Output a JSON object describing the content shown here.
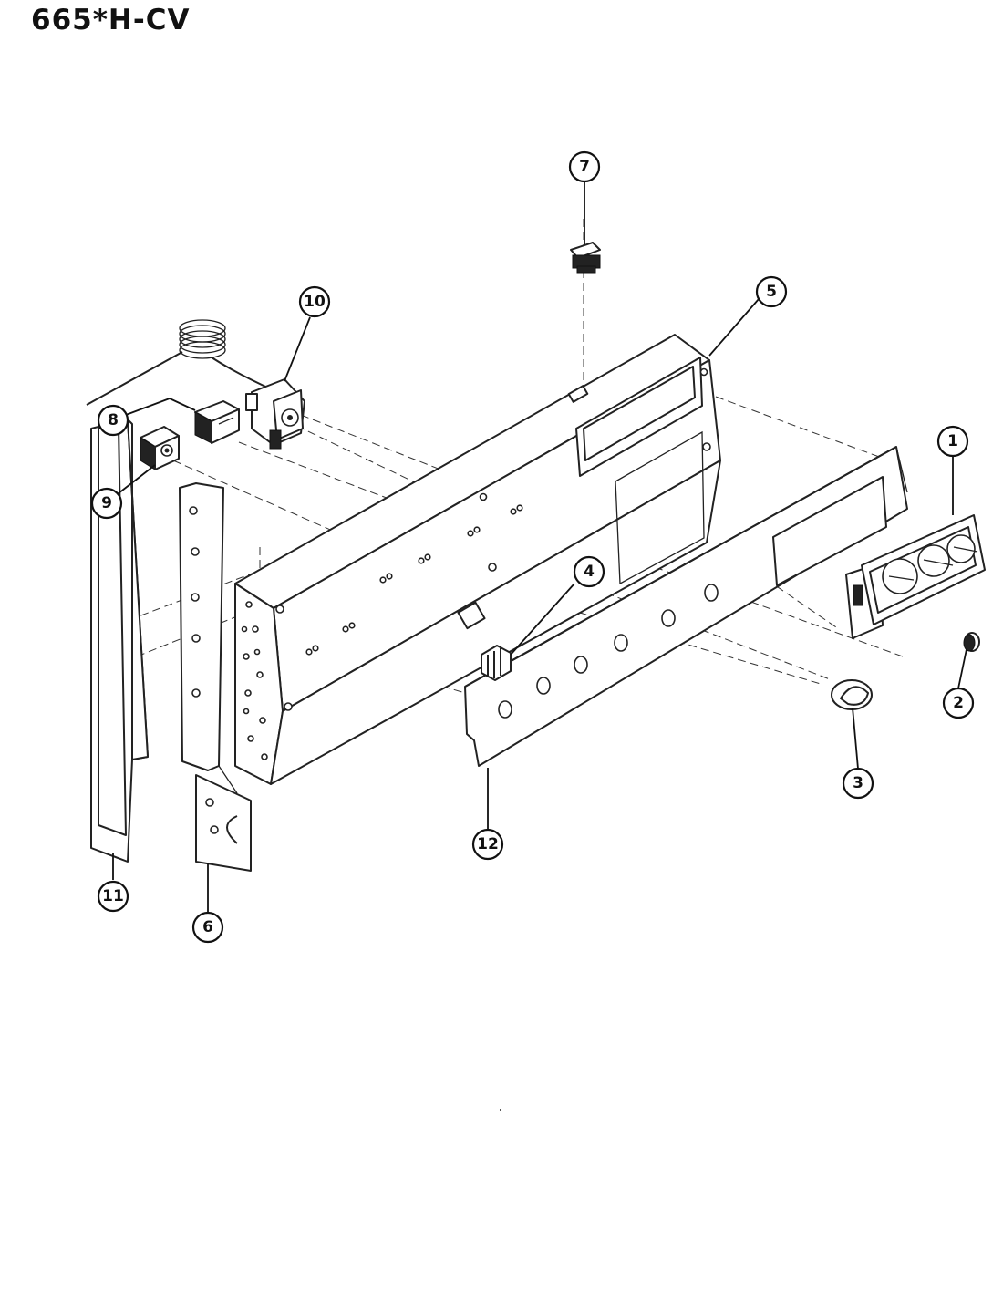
{
  "title": "665*H-CV",
  "callouts": [
    {
      "part": "1",
      "label": "1"
    },
    {
      "part": "2",
      "label": "2"
    },
    {
      "part": "3",
      "label": "3"
    },
    {
      "part": "4",
      "label": "4"
    },
    {
      "part": "5",
      "label": "5"
    },
    {
      "part": "6",
      "label": "6"
    },
    {
      "part": "7",
      "label": "7"
    },
    {
      "part": "8",
      "label": "8"
    },
    {
      "part": "9",
      "label": "9"
    },
    {
      "part": "10",
      "label": "10"
    },
    {
      "part": "11",
      "label": "11"
    },
    {
      "part": "12",
      "label": "12"
    }
  ]
}
